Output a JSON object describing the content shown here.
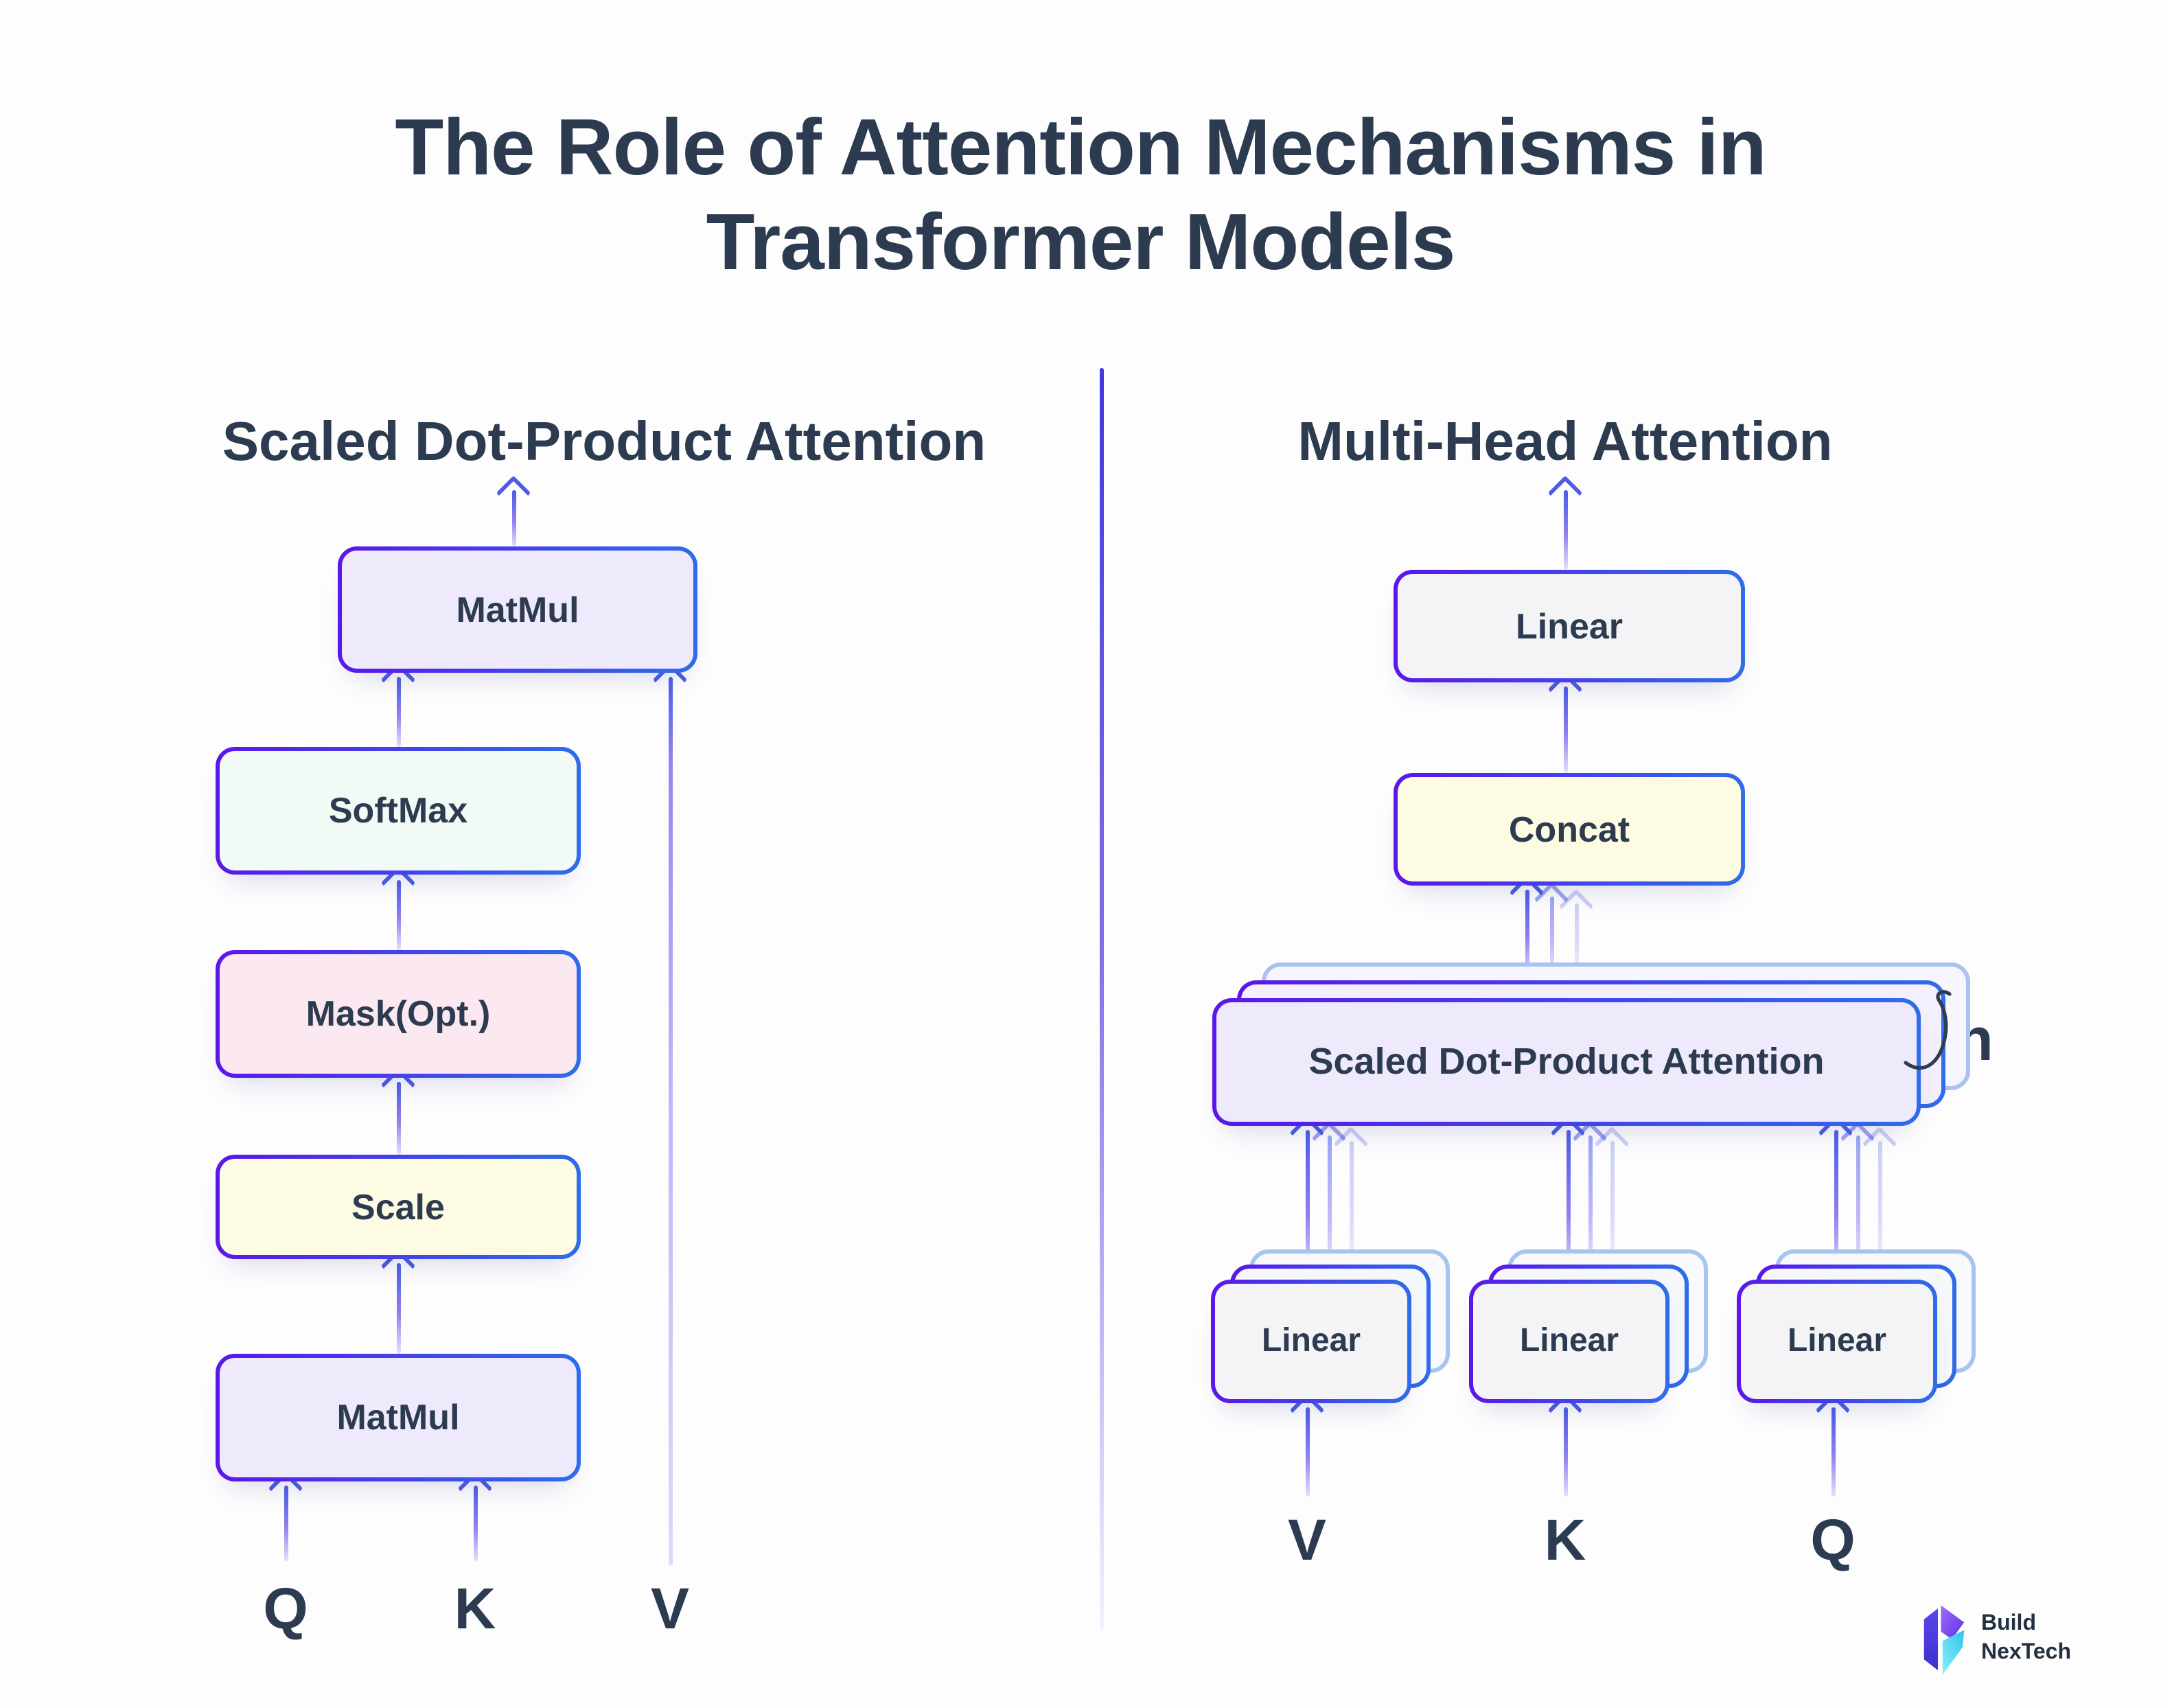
{
  "title": {
    "line1": "The Role of Attention Mechanisms in",
    "line2": "Transformer Models"
  },
  "left_panel": {
    "heading": "Scaled Dot-Product Attention",
    "nodes": {
      "matmul_top": "MatMul",
      "softmax": "SoftMax",
      "mask": "Mask(Opt.)",
      "scale": "Scale",
      "matmul_bottom": "MatMul"
    },
    "inputs": {
      "q": "Q",
      "k": "K",
      "v": "V"
    }
  },
  "right_panel": {
    "heading": "Multi-Head Attention",
    "nodes": {
      "linear_out": "Linear",
      "concat": "Concat",
      "sdpa": "Scaled Dot-Product Attention",
      "linear_v": "Linear",
      "linear_k": "Linear",
      "linear_q": "Linear"
    },
    "inputs": {
      "v": "V",
      "k": "K",
      "q": "Q"
    },
    "heads_label": "h"
  },
  "logo": {
    "name_line1": "Build",
    "name_line2": "NexTech"
  },
  "colors": {
    "ink": "#2c3b4f",
    "border-violet": "#5a17e9",
    "border-blue": "#2f6cea",
    "arrow-blue": "#4a5ce8",
    "arrow-fade": "#c7bdf6",
    "fill-lavender": "#eeeafc",
    "fill-mint": "#f1faf4",
    "fill-pink": "#fbe8f0",
    "fill-yellow": "#fdfce3",
    "fill-gray": "#f4f4f6",
    "stack-edge": "#a6c4ef",
    "divider-top": "#4537df"
  }
}
